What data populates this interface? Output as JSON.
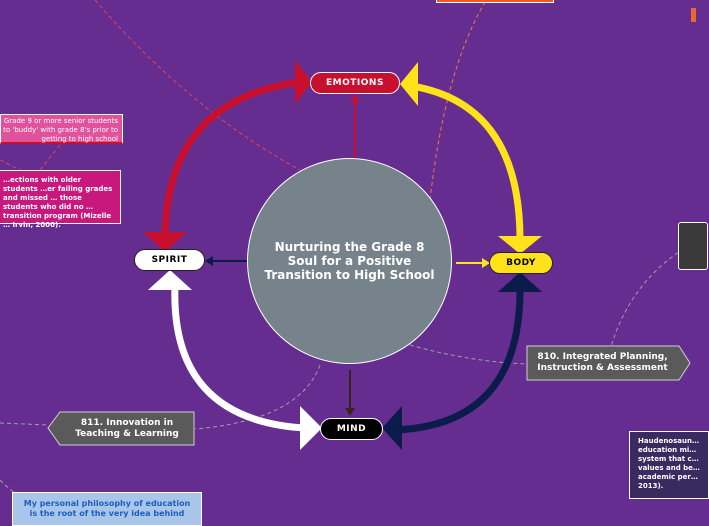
{
  "center": {
    "title": "Nurturing the Grade 8 Soul for a Positive Transition to High School"
  },
  "nodes": {
    "emotions": "EMOTIONS",
    "spirit": "SPIRIT",
    "body": "BODY",
    "mind": "MIND"
  },
  "topics": {
    "integrated": "810. Integrated Planning, Instruction & Assessment",
    "innovation": "811. Innovation in Teaching & Learning"
  },
  "notes": {
    "buddy": "Grade 9 or more senior students to 'buddy' with grade 8's prior to getting to high school",
    "connections": "…ections with older students …er failing grades and missed … those students who did no … transition program (Mizelle … Irvin, 2000).",
    "haudenosaunee": "Haudenosaun… education mi… system that c… values and be… academic per… 2013).",
    "philosophy": "My personal philosophy of education is the root of the very idea behind"
  },
  "colors": {
    "background": "#652d8f",
    "emotions": "#c8102e",
    "body": "#ffe21a",
    "mind": "#0c1c4a",
    "spirit": "#ffffff",
    "center": "#76838b"
  }
}
